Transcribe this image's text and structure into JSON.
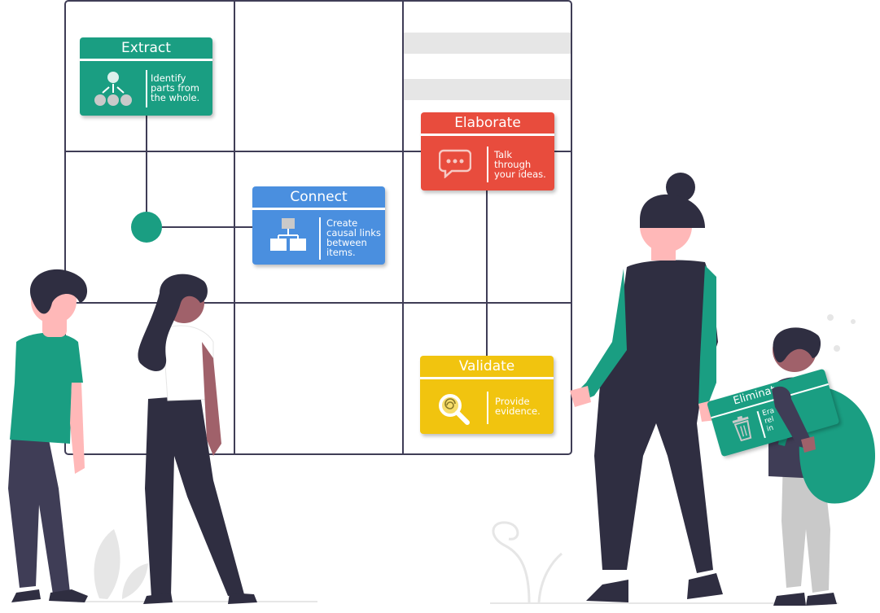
{
  "colors": {
    "grid_line": "#3f3d56",
    "extract": "#1a9e82",
    "elaborate": "#e84c3d",
    "connect": "#4a8fdf",
    "validate": "#f1c40f",
    "character_dark": "#2f2e41",
    "character_green": "#1a9e82",
    "skin": "#a0616a",
    "shadow": "#e6e6e6"
  },
  "cards": {
    "extract": {
      "title": "Extract",
      "text": "Identify\nparts from\nthe whole.",
      "icon": "hierarchy-icon"
    },
    "elaborate": {
      "title": "Elaborate",
      "text": "Talk\nthrough\nyour ideas.",
      "icon": "speech-bubble-icon"
    },
    "connect": {
      "title": "Connect",
      "text": "Create\ncausal links\nbetween\nitems.",
      "icon": "flowchart-icon"
    },
    "validate": {
      "title": "Validate",
      "text": "Provide\nevidence.",
      "icon": "magnifier-icon"
    }
  },
  "held_card": {
    "title": "Eliminat",
    "text_line1": "Era",
    "text_line2": "rel",
    "text_line3": "in",
    "icon": "trash-icon"
  }
}
